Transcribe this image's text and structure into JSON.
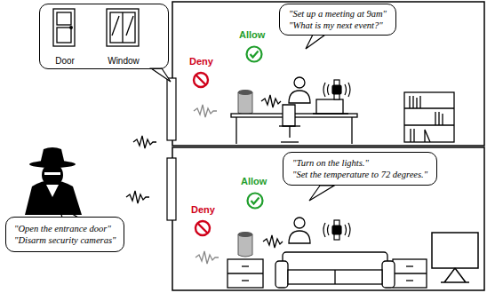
{
  "diagram": {
    "nodes": [
      {
        "text": [
          "Door",
          "Window"
        ]
      },
      {
        "text": [
          "\"Open the entrance door\"",
          "\"Disarm security cameras\""
        ]
      },
      {
        "text": [
          "\"Set up a meeting at 9am\"",
          "\"What is my next event?\""
        ]
      },
      {
        "text": [
          "\"Turn on the lights.\"",
          "\"Set the temperature to 72 degrees.\""
        ]
      }
    ],
    "labels": [
      "Allow",
      "Deny",
      "Allow",
      "Deny"
    ]
  }
}
